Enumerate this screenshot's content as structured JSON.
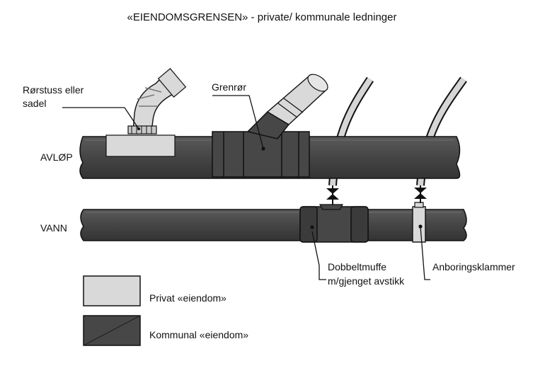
{
  "title": "«EIENDOMSGRENSEN» - private/ kommunale ledninger",
  "labels": {
    "saddle_line1": "Rørstuss eller",
    "saddle_line2": "sadel",
    "branch": "Grenrør",
    "sewer": "AVLØP",
    "water": "VANN",
    "double_sleeve_line1": "Dobbeltmuffe",
    "double_sleeve_line2": "m/gjenget avstikk",
    "tapping_clamp": "Anboringsklammer"
  },
  "legend": {
    "private": "Privat «eiendom»",
    "municipal": "Kommunal «eiendom»"
  },
  "colors": {
    "municipal": "#474747",
    "private": "#d9d9d9",
    "line": "#111111"
  }
}
